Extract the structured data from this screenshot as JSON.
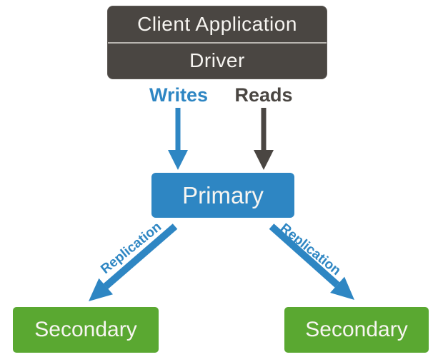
{
  "colors": {
    "background": "#ffffff",
    "dark": "#4a4642",
    "divider": "#b8b5b0",
    "blue": "#2e86c3",
    "green": "#5aa831",
    "text_light": "#f7f5f1"
  },
  "client_box": {
    "line1": "Client Application",
    "line2": "Driver"
  },
  "flows": {
    "writes_label": "Writes",
    "reads_label": "Reads",
    "replication_left_label": "Replication",
    "replication_right_label": "Replication"
  },
  "nodes": {
    "primary": "Primary",
    "secondary_left": "Secondary",
    "secondary_right": "Secondary"
  }
}
